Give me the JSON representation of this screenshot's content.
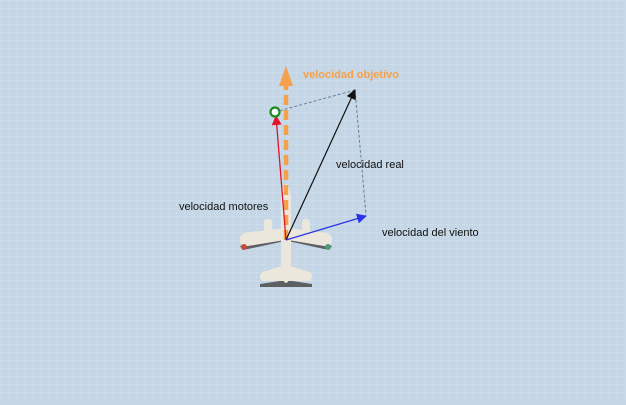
{
  "labels": {
    "target_velocity": "velocidad objetivo",
    "actual_velocity": "velocidad real",
    "motor_velocity": "velocidad motores",
    "wind_velocity": "velocidad del viento"
  },
  "icons": {
    "aircraft": "airplane-icon",
    "target_marker": "target-ring-icon"
  },
  "colors": {
    "background": "#c5d7e6",
    "grid": "#e9f1f7",
    "target_velocity": "#f5a04a",
    "actual_velocity": "#111111",
    "motor_velocity": "#e0142a",
    "wind_velocity": "#2a34e6",
    "construction_lines": "#6e7f8f",
    "target_marker": "#1f8a1f",
    "aircraft_body": "#ece7dc",
    "aircraft_shadow": "#4b4b4b",
    "left_wingtip": "#c94a3d",
    "right_wingtip": "#4f9a78"
  }
}
